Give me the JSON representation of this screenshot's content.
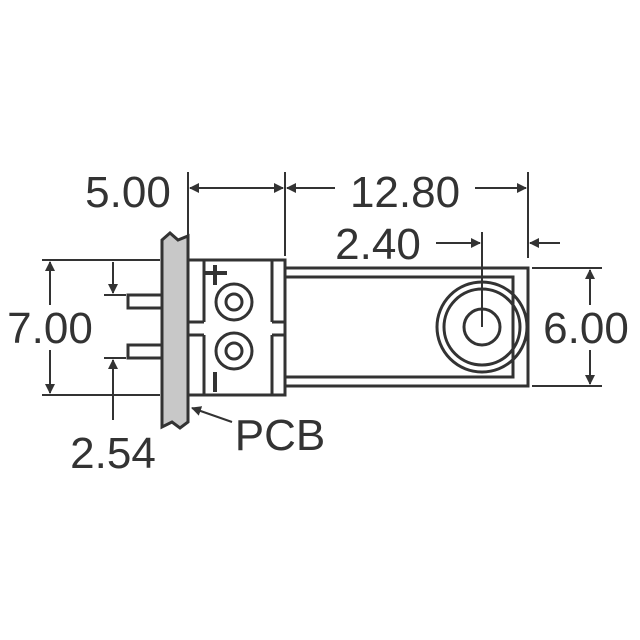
{
  "dimensions": {
    "body_width": "5.00",
    "tube_length": "12.80",
    "lens_offset": "2.40",
    "body_height": "7.00",
    "tube_height": "6.00",
    "pin_pitch": "2.54"
  },
  "labels": {
    "pcb": "PCB"
  },
  "colors": {
    "line": "#333333",
    "pcb_fill": "#c8c8c8"
  }
}
